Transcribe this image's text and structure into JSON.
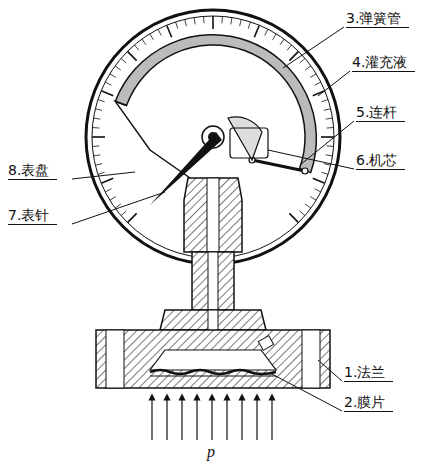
{
  "diagram": {
    "labels": [
      "3.弹簧管",
      "4.灌充液",
      "5.连杆",
      "6.机芯",
      "8.表盘",
      "7.表针",
      "1.法兰",
      "2.膜片",
      "p"
    ]
  }
}
